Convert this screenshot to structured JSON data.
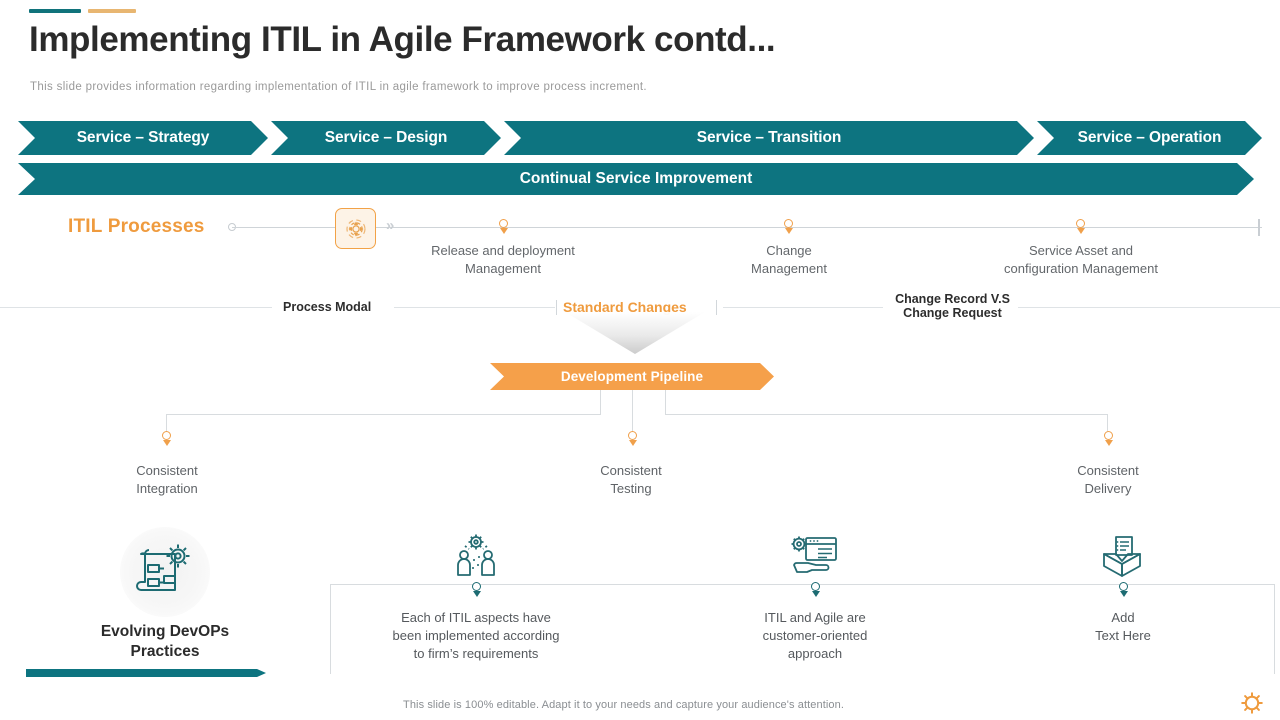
{
  "header": {
    "title": "Implementing ITIL in Agile Framework contd...",
    "subtitle": "This slide provides  information  regarding  implementation of ITIL  in agile framework  to improve  process increment.",
    "accent_colors": [
      "#10737b",
      "#e8b671"
    ]
  },
  "stages": {
    "items": [
      {
        "label": "Service – Strategy"
      },
      {
        "label": "Service – Design"
      },
      {
        "label": "Service – Transition"
      },
      {
        "label": "Service – Operation"
      }
    ],
    "continual": "Continual Service Improvement",
    "band_color": "#0d7480"
  },
  "itil_processes": {
    "label": "ITIL Processes",
    "label_color": "#ef9b3e",
    "icon": "gear-process-icon",
    "nodes": [
      {
        "line1": "Release and deployment",
        "line2": "Management"
      },
      {
        "line1": "Change",
        "line2": "Management"
      },
      {
        "line1": "Service Asset and",
        "line2": "configuration Management"
      }
    ]
  },
  "modal_row": {
    "process_modal": "Process  Modal",
    "standard_changes": "Standard Changes",
    "change_record_line1": "Change Record  V.S",
    "change_record_line2": "Change Request"
  },
  "pipeline": {
    "label": "Development Pipeline",
    "color": "#f5a04a"
  },
  "consistent": {
    "items": [
      {
        "line1": "Consistent",
        "line2": "Integration"
      },
      {
        "line1": "Consistent",
        "line2": "Testing"
      },
      {
        "line1": "Consistent",
        "line2": "Delivery"
      }
    ]
  },
  "devops": {
    "title_line1": "Evolving DevOPs",
    "title_line2": "Practices",
    "icon": "blueprint-gear-icon",
    "bar_color": "#0d7480"
  },
  "bottom_points": [
    {
      "icon": "team-gear-icon",
      "line1": "Each of ITIL  aspects have",
      "line2": "been implemented according",
      "line3": "to firm’s requirements"
    },
    {
      "icon": "hand-document-gear-icon",
      "line1": "ITIL  and Agile are",
      "line2": "customer-oriented",
      "line3": "approach"
    },
    {
      "icon": "box-document-icon",
      "line1": "Add",
      "line2": "Text Here",
      "line3": ""
    }
  ],
  "footer": {
    "note": "This slide is 100% editable. Adapt it to your needs and capture your audience's attention.",
    "icon": "gear-icon"
  }
}
